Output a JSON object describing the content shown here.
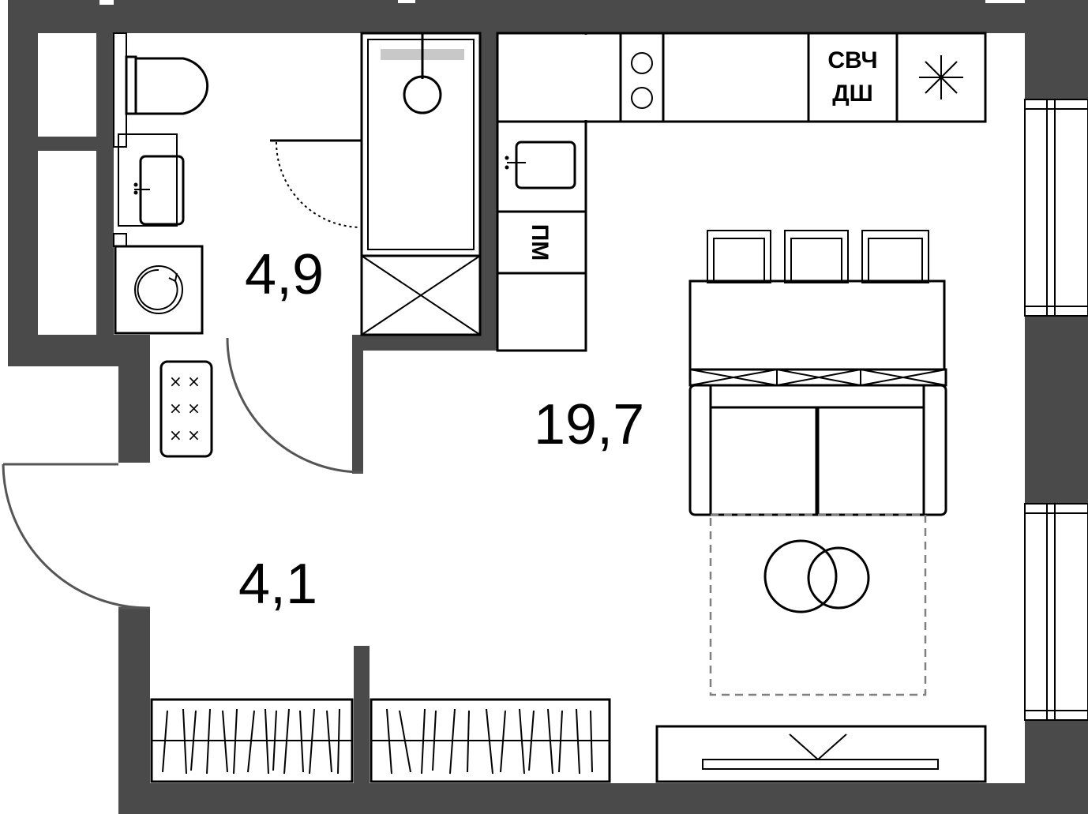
{
  "rooms": {
    "bathroom_area": "4,9",
    "hall_area": "4,1",
    "living_area": "19,7"
  },
  "appliances": {
    "microwave": "СВЧ",
    "dishwasher": "ДШ",
    "dishwasher_pm": "ПМ"
  },
  "colors": {
    "wall": "#4a4a4a",
    "line": "#000000",
    "dashed": "#808080",
    "shower_bar": "#c8c8c8"
  }
}
